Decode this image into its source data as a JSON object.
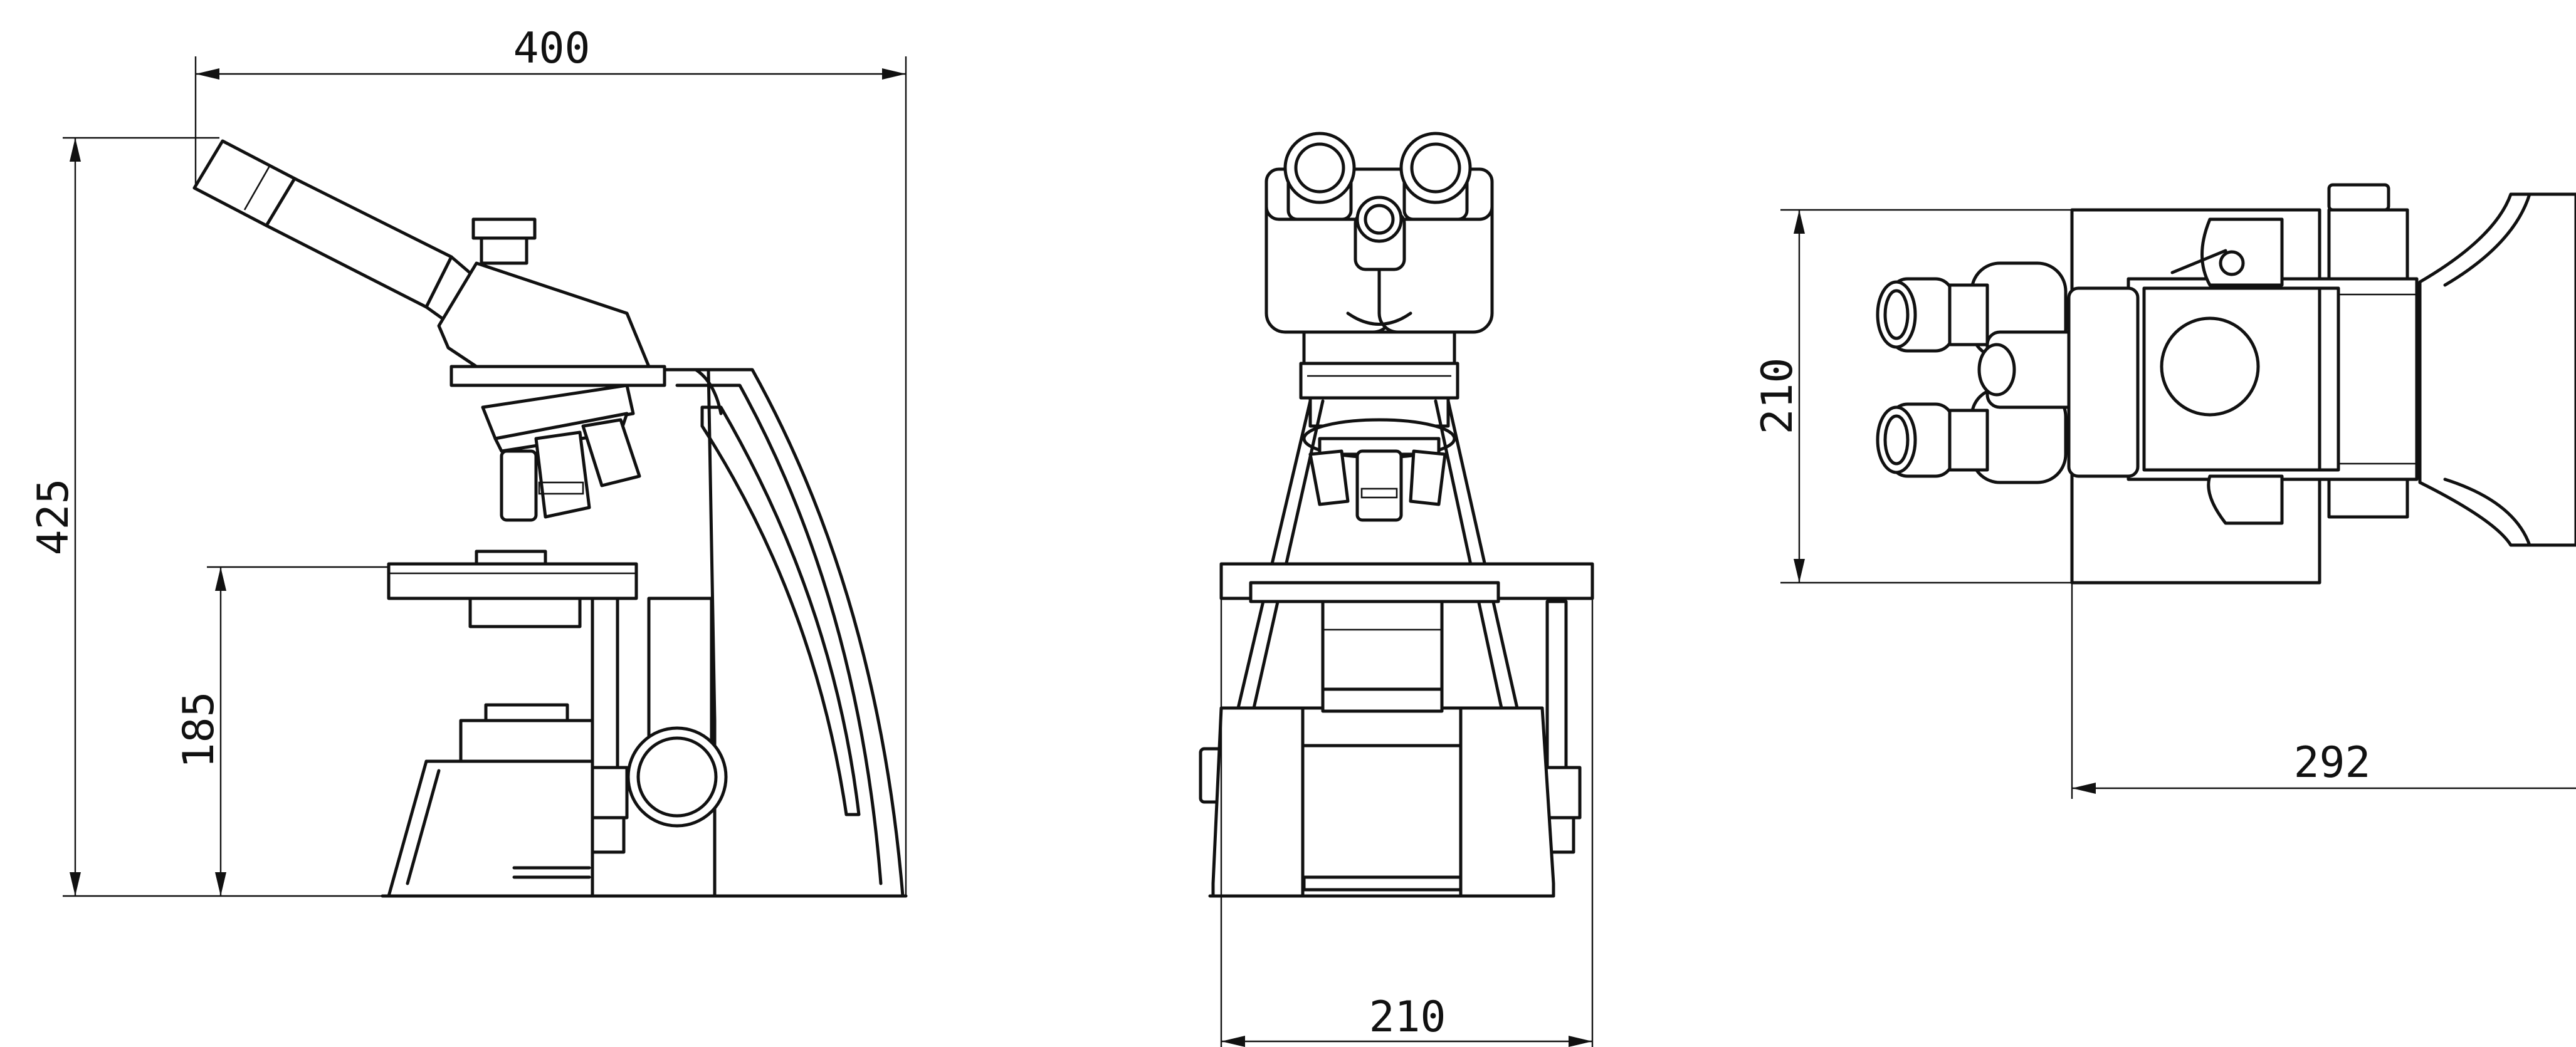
{
  "dimensions": {
    "side_width": "400",
    "side_height": "425",
    "stage_height": "185",
    "front_width": "210",
    "top_depth": "210",
    "top_length": "292"
  }
}
